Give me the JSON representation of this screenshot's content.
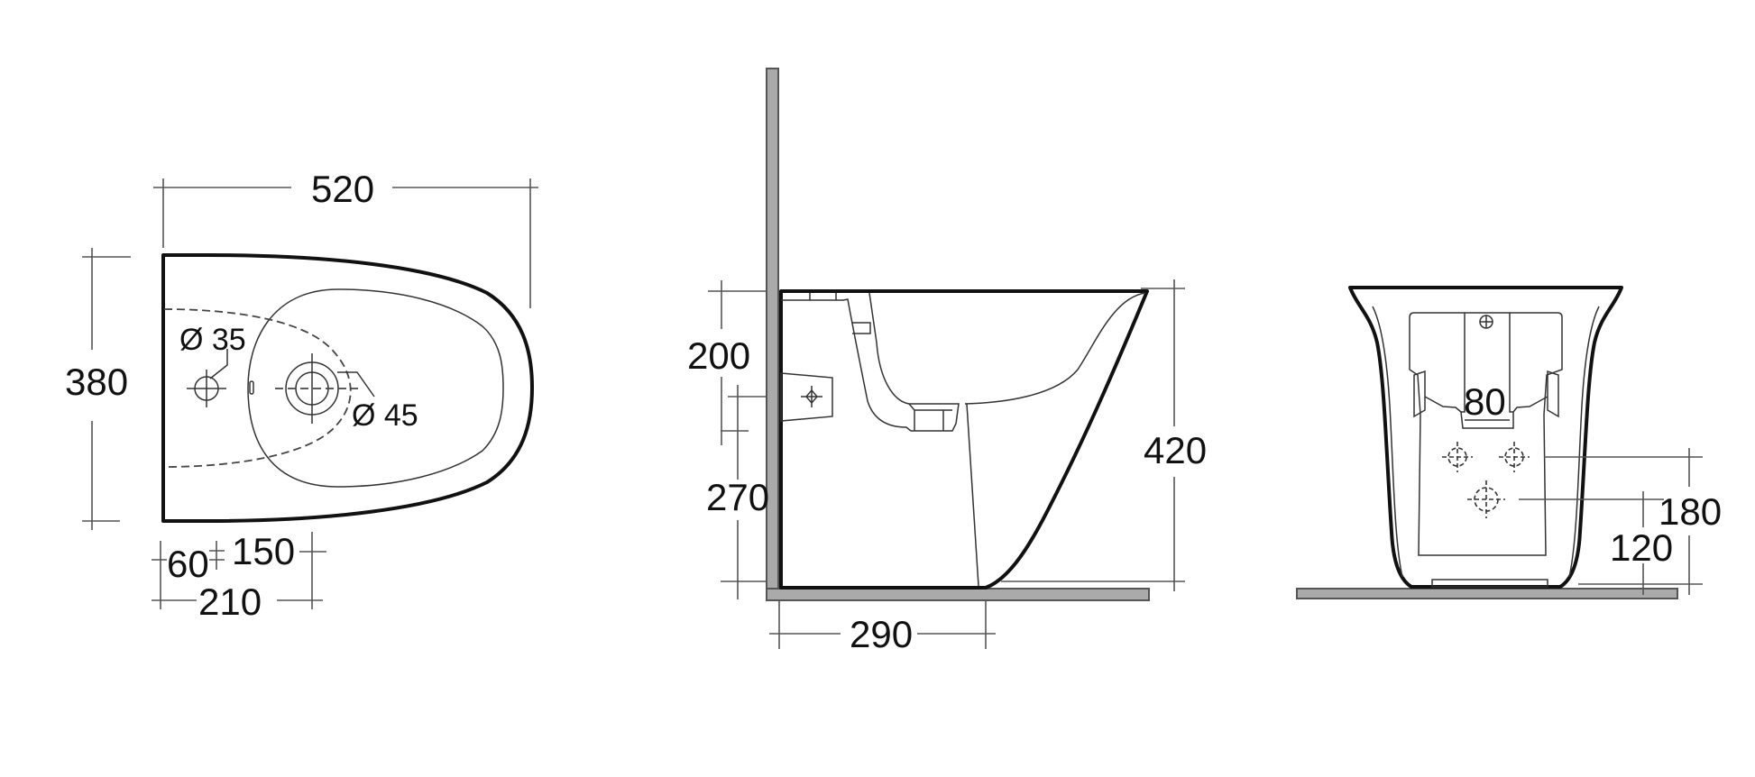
{
  "drawing": {
    "type": "technical dimension drawing",
    "subject": "floor-standing back-to-wall bidet",
    "units": "mm",
    "colors": {
      "line": "#111111",
      "wall_floor": "#aaaaaa",
      "dimension": "#555555"
    }
  },
  "top_view": {
    "overall_length": "520",
    "overall_width": "380",
    "tap_hole_diameter": "Ø 35",
    "waste_diameter": "Ø 45",
    "tap_hole_offset": "60",
    "tap_to_waste": "150",
    "wall_to_waste": "210"
  },
  "side_view": {
    "bracket_height_upper": "200",
    "bracket_height_lower": "270",
    "overall_height": "420",
    "wall_to_outlet": "290"
  },
  "rear_view": {
    "outlet_width": "80",
    "upper_supply_height": "180",
    "lower_supply_height": "120"
  }
}
